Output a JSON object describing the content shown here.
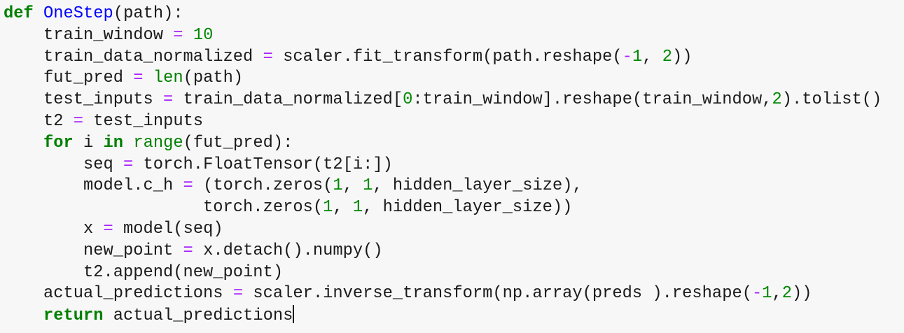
{
  "colors": {
    "background": "#f7f7f7",
    "keyword": "#008000",
    "function_name": "#0000ff",
    "operator": "#aa22ff",
    "number": "#008800",
    "builtin": "#008000"
  },
  "code": {
    "lines": [
      {
        "tokens": [
          {
            "t": "def",
            "c": "kw"
          },
          {
            "t": " "
          },
          {
            "t": "OneStep",
            "c": "fn"
          },
          {
            "t": "(path):"
          }
        ]
      },
      {
        "tokens": [
          {
            "t": "    train_window "
          },
          {
            "t": "=",
            "c": "op"
          },
          {
            "t": " "
          },
          {
            "t": "10",
            "c": "num"
          }
        ]
      },
      {
        "tokens": [
          {
            "t": "    train_data_normalized "
          },
          {
            "t": "=",
            "c": "op"
          },
          {
            "t": " scaler.fit_transform(path.reshape("
          },
          {
            "t": "-",
            "c": "op"
          },
          {
            "t": "1",
            "c": "num"
          },
          {
            "t": ", "
          },
          {
            "t": "2",
            "c": "num"
          },
          {
            "t": "))"
          }
        ]
      },
      {
        "tokens": [
          {
            "t": "    fut_pred "
          },
          {
            "t": "=",
            "c": "op"
          },
          {
            "t": " "
          },
          {
            "t": "len",
            "c": "bi"
          },
          {
            "t": "(path)"
          }
        ]
      },
      {
        "tokens": [
          {
            "t": "    test_inputs "
          },
          {
            "t": "=",
            "c": "op"
          },
          {
            "t": " train_data_normalized["
          },
          {
            "t": "0",
            "c": "num"
          },
          {
            "t": ":train_window].reshape(train_window,"
          },
          {
            "t": "2",
            "c": "num"
          },
          {
            "t": ").tolist()"
          }
        ]
      },
      {
        "tokens": [
          {
            "t": "    t2 "
          },
          {
            "t": "=",
            "c": "op"
          },
          {
            "t": " test_inputs"
          }
        ]
      },
      {
        "tokens": [
          {
            "t": "    "
          },
          {
            "t": "for",
            "c": "kw"
          },
          {
            "t": " i "
          },
          {
            "t": "in",
            "c": "kw"
          },
          {
            "t": " "
          },
          {
            "t": "range",
            "c": "bi"
          },
          {
            "t": "(fut_pred):"
          }
        ]
      },
      {
        "tokens": [
          {
            "t": "        seq "
          },
          {
            "t": "=",
            "c": "op"
          },
          {
            "t": " torch.FloatTensor(t2[i:])"
          }
        ]
      },
      {
        "tokens": [
          {
            "t": "        model.c_h "
          },
          {
            "t": "=",
            "c": "op"
          },
          {
            "t": " (torch.zeros("
          },
          {
            "t": "1",
            "c": "num"
          },
          {
            "t": ", "
          },
          {
            "t": "1",
            "c": "num"
          },
          {
            "t": ", hidden_layer_size),"
          }
        ]
      },
      {
        "tokens": [
          {
            "t": "                    torch.zeros("
          },
          {
            "t": "1",
            "c": "num"
          },
          {
            "t": ", "
          },
          {
            "t": "1",
            "c": "num"
          },
          {
            "t": ", hidden_layer_size))"
          }
        ]
      },
      {
        "tokens": [
          {
            "t": "        x "
          },
          {
            "t": "=",
            "c": "op"
          },
          {
            "t": " model(seq)"
          }
        ]
      },
      {
        "tokens": [
          {
            "t": "        new_point "
          },
          {
            "t": "=",
            "c": "op"
          },
          {
            "t": " x.detach().numpy()"
          }
        ]
      },
      {
        "tokens": [
          {
            "t": "        t2.append(new_point)"
          }
        ]
      },
      {
        "tokens": [
          {
            "t": "    actual_predictions "
          },
          {
            "t": "=",
            "c": "op"
          },
          {
            "t": " scaler.inverse_transform(np.array(preds ).reshape("
          },
          {
            "t": "-",
            "c": "op"
          },
          {
            "t": "1",
            "c": "num"
          },
          {
            "t": ","
          },
          {
            "t": "2",
            "c": "num"
          },
          {
            "t": "))"
          }
        ]
      },
      {
        "tokens": [
          {
            "t": "    "
          },
          {
            "t": "return",
            "c": "kw"
          },
          {
            "t": " actual_predictions"
          }
        ],
        "cursor": true
      }
    ]
  }
}
